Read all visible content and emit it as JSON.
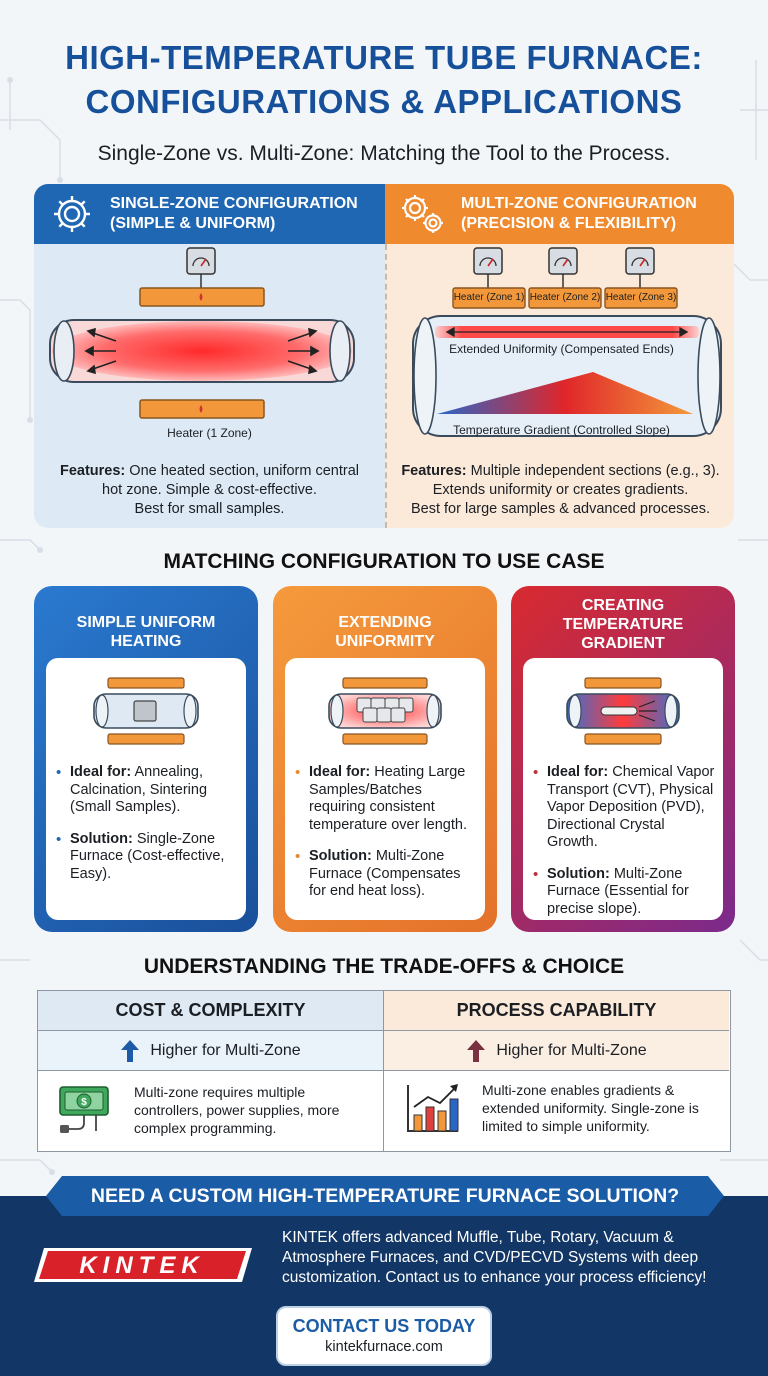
{
  "header": {
    "title_line1": "HIGH-TEMPERATURE TUBE FURNACE:",
    "title_line2": "CONFIGURATIONS & APPLICATIONS",
    "subtitle": "Single-Zone vs. Multi-Zone: Matching the Tool to the Process."
  },
  "single_zone": {
    "heading_line1": "SINGLE-ZONE CONFIGURATION",
    "heading_line2": "(SIMPLE & UNIFORM)",
    "heater_label": "Heater (1 Zone)",
    "features_label": "Features:",
    "features_text_1": " One heated section, uniform central",
    "features_text_2": "hot zone. Simple & cost-effective.",
    "features_text_3": "Best for small samples.",
    "icon": "gear-icon"
  },
  "multi_zone": {
    "heading_line1": "MULTI-ZONE CONFIGURATION",
    "heading_line2": "(PRECISION & FLEXIBILITY)",
    "zones": [
      "Heater (Zone 1)",
      "Heater (Zone 2)",
      "Heater (Zone 3)"
    ],
    "uniformity_label": "Extended Uniformity (Compensated Ends)",
    "gradient_label": "Temperature Gradient (Controlled Slope)",
    "features_label": "Features:",
    "features_text_1": " Multiple independent sections (e.g., 3).",
    "features_text_2": "Extends uniformity or creates gradients.",
    "features_text_3": "Best for large samples & advanced processes.",
    "icon": "gears-icon"
  },
  "use_case_title": "MATCHING CONFIGURATION TO USE CASE",
  "cards": [
    {
      "title": "SIMPLE UNIFORM HEATING",
      "ideal_label": "Ideal for:",
      "ideal_text": " Annealing, Calcination, Sintering (Small Samples).",
      "solution_label": "Solution:",
      "solution_text": " Single-Zone Furnace (Cost-effective, Easy).",
      "color": "#1f67b3"
    },
    {
      "title": "EXTENDING UNIFORMITY",
      "ideal_label": "Ideal for:",
      "ideal_text": " Heating Large Samples/Batches requiring consistent temperature over length.",
      "solution_label": "Solution:",
      "solution_text": " Multi-Zone Furnace (Compensates for end heat loss).",
      "color": "#ef8a2e"
    },
    {
      "title": "CREATING TEMPERATURE GRADIENT",
      "ideal_label": "Ideal for:",
      "ideal_text": " Chemical Vapor Transport (CVT), Physical Vapor Deposition (PVD), Directional Crystal Growth.",
      "solution_label": "Solution:",
      "solution_text": " Multi-Zone Furnace (Essential for precise slope).",
      "color": "#c8283a"
    }
  ],
  "tradeoff": {
    "title": "UNDERSTANDING THE TRADE-OFFS & CHOICE",
    "col1_header": "COST & COMPLEXITY",
    "col2_header": "PROCESS CAPABILITY",
    "col1_level": "Higher for Multi-Zone",
    "col2_level": "Higher for Multi-Zone",
    "col1_desc": "Multi-zone requires multiple controllers, power supplies, more complex programming.",
    "col2_desc": "Multi-zone enables gradients & extended uniformity. Single-zone is limited to simple uniformity.",
    "col1_icon": "money-plug-icon",
    "col2_icon": "bar-chart-up-icon"
  },
  "footer": {
    "banner": "NEED A CUSTOM HIGH-TEMPERATURE FURNACE SOLUTION?",
    "logo_text": "KINTEK",
    "text": "KINTEK offers advanced Muffle, Tube, Rotary, Vacuum & Atmosphere Furnaces, and CVD/PECVD Systems with deep customization. Contact us to enhance your process efficiency!",
    "cta_label": "CONTACT US TODAY",
    "cta_url": "kintekfurnace.com"
  }
}
